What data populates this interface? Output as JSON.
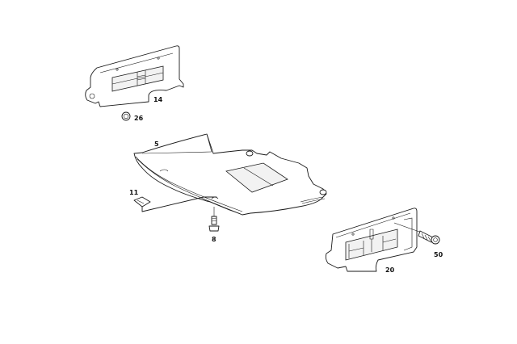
{
  "diagram": {
    "type": "exploded-parts-view",
    "line_color": "#1a1a1a",
    "background": "#ffffff",
    "parts": [
      {
        "id": "p14",
        "number": "14",
        "description": "left side panel with vent grille"
      },
      {
        "id": "p26",
        "number": "26",
        "description": "grommet / clip ring"
      },
      {
        "id": "p5",
        "number": "5",
        "description": "underbody shield"
      },
      {
        "id": "p11",
        "number": "11",
        "description": "clip nut"
      },
      {
        "id": "p8",
        "number": "8",
        "description": "screw"
      },
      {
        "id": "p20",
        "number": "20",
        "description": "right side panel with vent grille"
      },
      {
        "id": "p50",
        "number": "50",
        "description": "self-tapping screw"
      }
    ]
  },
  "labels": {
    "p14": "14",
    "p26": "26",
    "p5": "5",
    "p11": "11",
    "p8": "8",
    "p20": "20",
    "p50": "50"
  }
}
